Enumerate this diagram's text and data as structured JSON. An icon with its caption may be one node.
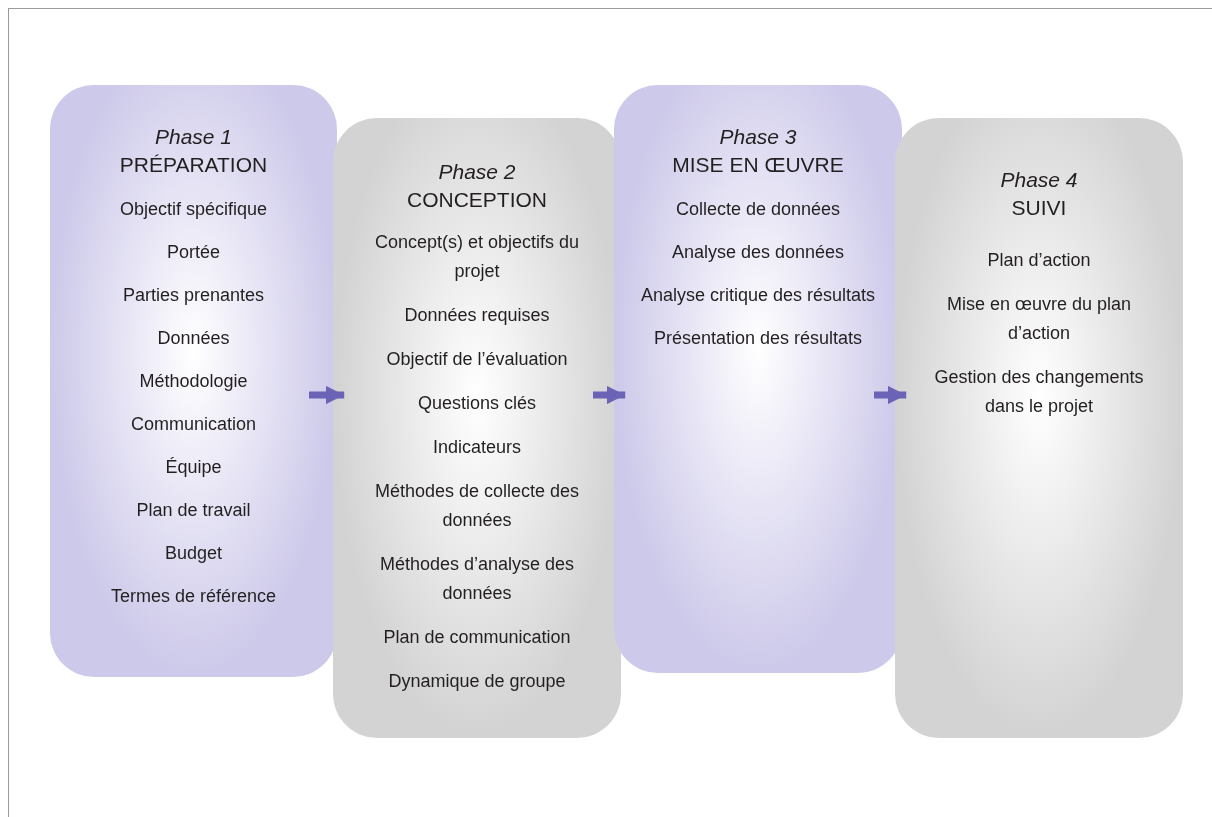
{
  "diagram": {
    "nodes": [
      {
        "text": [
          "Phase 1",
          "PRÉPARATION",
          "Objectif spécifique",
          "Portée",
          "Parties prenantes",
          "Données",
          "Méthodologie",
          "Communication",
          "Équipe",
          "Plan de travail",
          "Budget",
          "Termes de référence"
        ]
      },
      {
        "text": [
          "Phase 2",
          "CONCEPTION",
          "Concept(s) et objectifs du projet",
          "Données requises",
          "Objectif de l’évaluation",
          "Questions clés",
          "Indicateurs",
          "Méthodes de collecte des données",
          "Méthodes d’analyse des données",
          "Plan de communication",
          "Dynamique de groupe"
        ]
      },
      {
        "text": [
          "Phase 3",
          "MISE EN ŒUVRE",
          "Collecte de données",
          "Analyse des données",
          "Analyse critique des résultats",
          "Présentation des résultats"
        ]
      },
      {
        "text": [
          "Phase 4",
          "SUIVI",
          "Plan d’action",
          "Mise en œuvre du plan d’action",
          "Gestion des changements dans le projet"
        ]
      }
    ],
    "edges": [
      {
        "from": 0,
        "to": 1,
        "arrow": "to"
      },
      {
        "from": 1,
        "to": 2,
        "arrow": "to"
      },
      {
        "from": 2,
        "to": 3,
        "arrow": "to"
      }
    ]
  }
}
